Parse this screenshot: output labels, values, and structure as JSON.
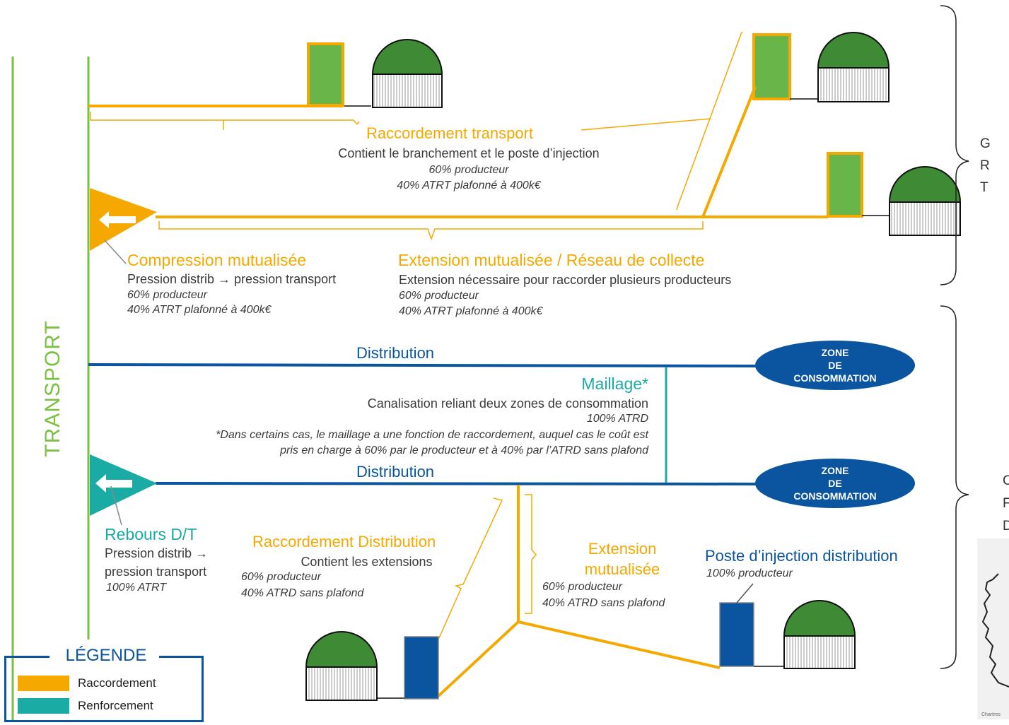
{
  "labels": {
    "transport": "TRANSPORT",
    "raccordement_transport": {
      "title": "Raccordement transport",
      "desc": "Contient le branchement et le poste d’injection",
      "l1": "60% producteur",
      "l2": "40% ATRT plafonné à 400k€"
    },
    "compression": {
      "title": "Compression mutualisée",
      "desc": "Pression distrib → pression transport",
      "l1": "60% producteur",
      "l2": "40% ATRT plafonné à 400k€"
    },
    "extension_collecte": {
      "title": "Extension mutualisée / Réseau de collecte",
      "desc": "Extension nécessaire pour raccorder plusieurs producteurs",
      "l1": "60% producteur",
      "l2": "40% ATRT plafonné à 400k€"
    },
    "distribution_1": "Distribution",
    "distribution_2": "Distribution",
    "maillage": {
      "title": "Maillage*",
      "desc": "Canalisation reliant deux zones de consommation",
      "l1": "100% ATRD",
      "note1": "*Dans certains cas, le maillage a une fonction de raccordement, auquel cas le coût  est",
      "note2": "pris en charge à 60% par le producteur et à 40% par l’ATRD sans plafond"
    },
    "zone_1": {
      "l1": "ZONE",
      "l2": "DE",
      "l3": "CONSOMMATION"
    },
    "zone_2": {
      "l1": "ZONE",
      "l2": "DE",
      "l3": "CONSOMMATION"
    },
    "rebours": {
      "title": "Rebours D/T",
      "l1": "Pression distrib →",
      "l2": "pression transport",
      "l3": "100% ATRT"
    },
    "raccordement_distribution": {
      "title": "Raccordement Distribution",
      "desc": "Contient les extensions",
      "l1": "60% producteur",
      "l2": "40% ATRD sans plafond"
    },
    "extension_mutualisee": {
      "title1": "Extension",
      "title2": "mutualisée",
      "l1": "60% producteur",
      "l2": "40% ATRD sans plafond"
    },
    "poste_injection": {
      "title": "Poste d’injection distribution",
      "l1": "100% producteur"
    },
    "cut_top": [
      "G",
      "R",
      "T"
    ],
    "cut_bottom": [
      "C",
      "F",
      "D"
    ],
    "map_caption": "Chartres"
  },
  "legend": {
    "title": "LÉGENDE",
    "items": [
      {
        "label": "Raccordement",
        "color": "#f5a800"
      },
      {
        "label": "Renforcement",
        "color": "#1aaba4"
      }
    ]
  },
  "colors": {
    "transport": "#7ac143",
    "raccordement": "#f5a800",
    "renforcement": "#1aaba4",
    "distribution": "#0b55a0",
    "digester_dome": "#3f8a35",
    "injection_green": "#6ab54a"
  }
}
